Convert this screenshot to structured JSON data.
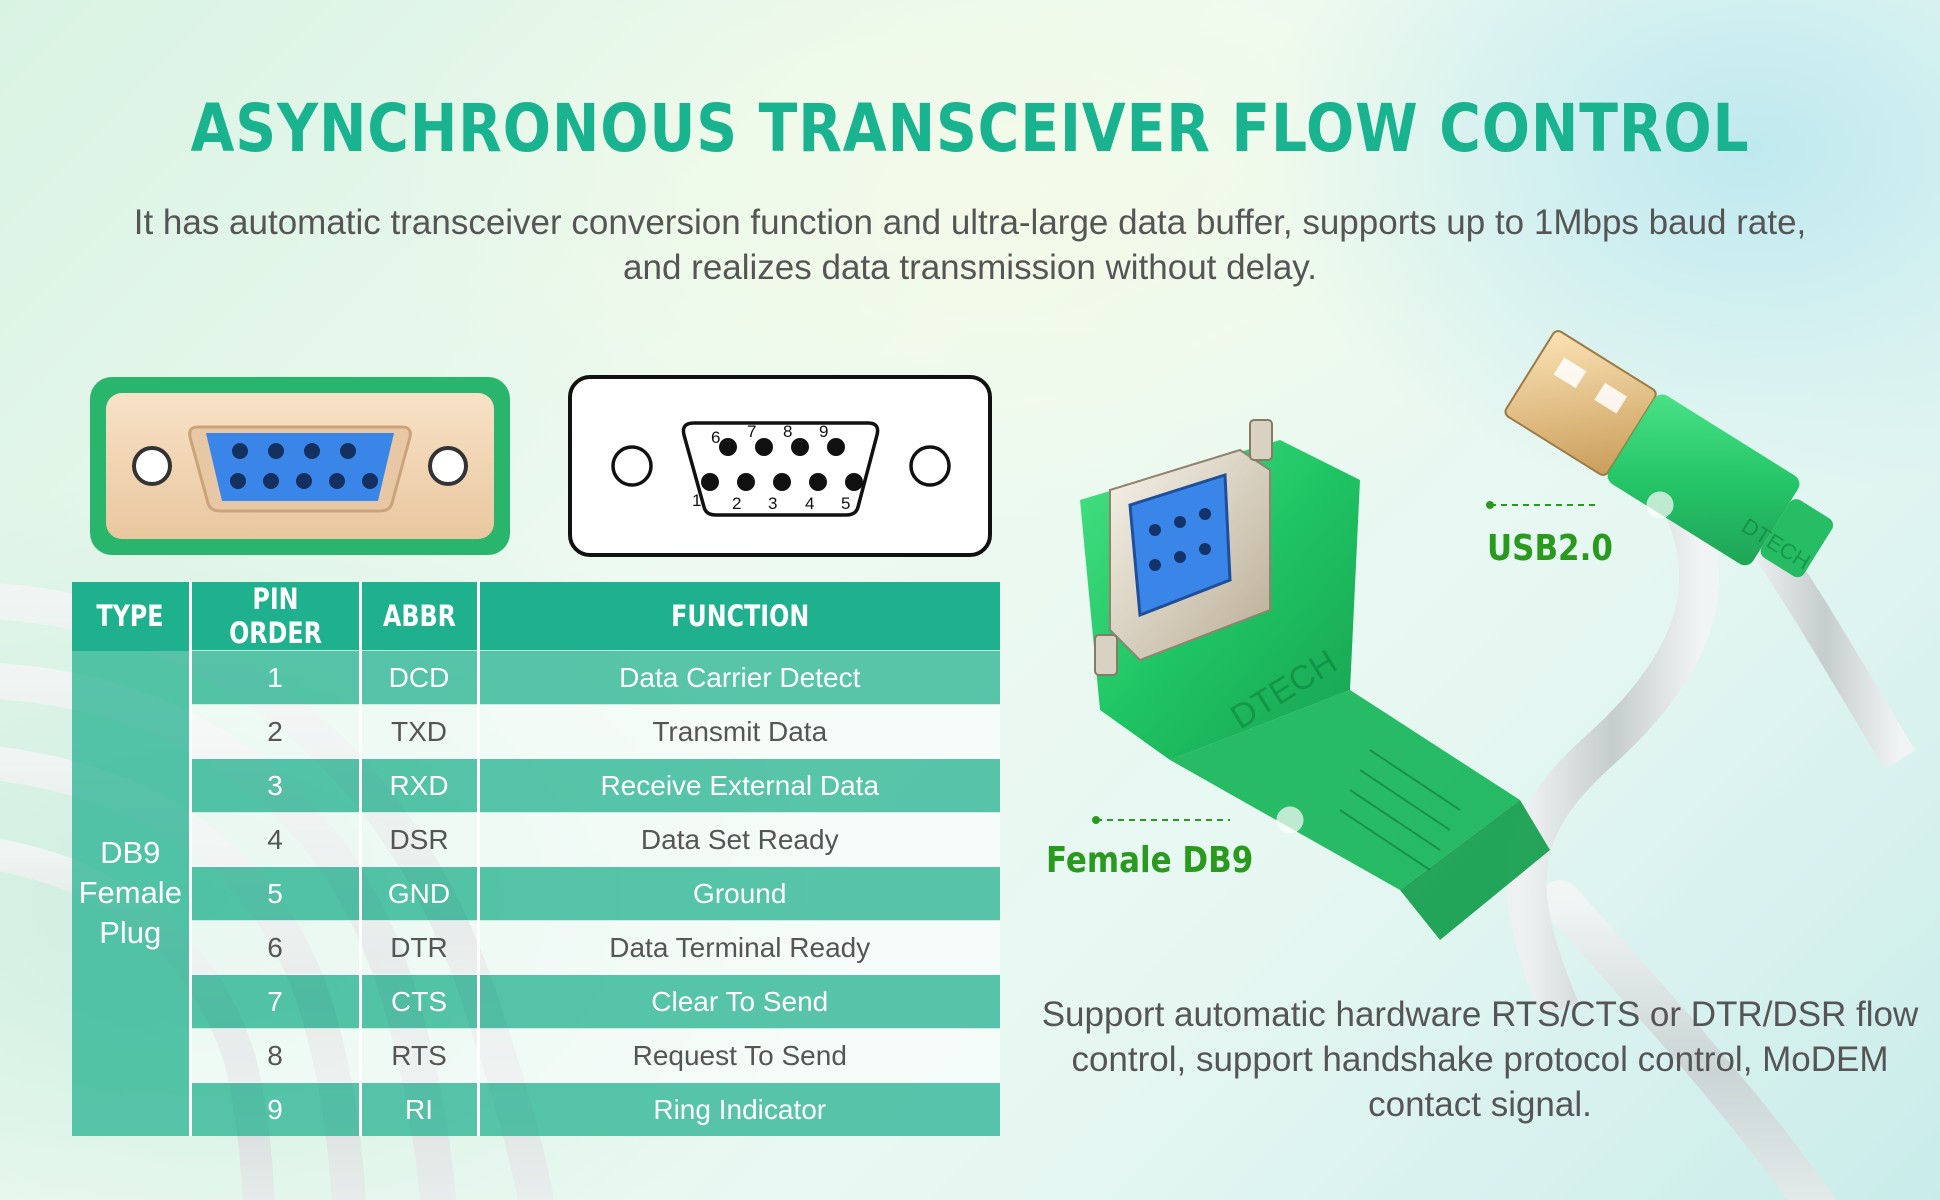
{
  "header": {
    "title": "ASYNCHRONOUS TRANSCEIVER FLOW CONTROL",
    "subtitle": "It has automatic transceiver conversion function and ultra-large data buffer, supports up to 1Mbps baud rate, and realizes data transmission without delay."
  },
  "diagram": {
    "top_pins": [
      "6",
      "7",
      "8",
      "9"
    ],
    "bottom_pins": [
      "1",
      "2",
      "3",
      "4",
      "5"
    ]
  },
  "table": {
    "headers": [
      "TYPE",
      "PIN ORDER",
      "ABBR",
      "FUNCTION"
    ],
    "type_label": [
      "DB9",
      "Female",
      "Plug"
    ],
    "rows": [
      {
        "pin": "1",
        "abbr": "DCD",
        "function": "Data Carrier Detect"
      },
      {
        "pin": "2",
        "abbr": "TXD",
        "function": "Transmit Data"
      },
      {
        "pin": "3",
        "abbr": "RXD",
        "function": "Receive External Data"
      },
      {
        "pin": "4",
        "abbr": "DSR",
        "function": "Data Set Ready"
      },
      {
        "pin": "5",
        "abbr": "GND",
        "function": "Ground"
      },
      {
        "pin": "6",
        "abbr": "DTR",
        "function": "Data Terminal Ready"
      },
      {
        "pin": "7",
        "abbr": "CTS",
        "function": "Clear To Send"
      },
      {
        "pin": "8",
        "abbr": "RTS",
        "function": "Request To Send"
      },
      {
        "pin": "9",
        "abbr": "RI",
        "function": "Ring Indicator"
      }
    ]
  },
  "product": {
    "usb_label": "USB2.0",
    "db9_label": "Female DB9",
    "brand_text": "DTECH"
  },
  "footer": {
    "support_text": "Support automatic hardware RTS/CTS or DTR/DSR flow control, support handshake protocol control, MoDEM contact signal."
  },
  "colors": {
    "accent": "#1fb08e",
    "title": "#19b38f",
    "label_green": "#2a9a1f",
    "connector_blue": "#3a86e8",
    "cable_green": "#1fcf6a"
  }
}
